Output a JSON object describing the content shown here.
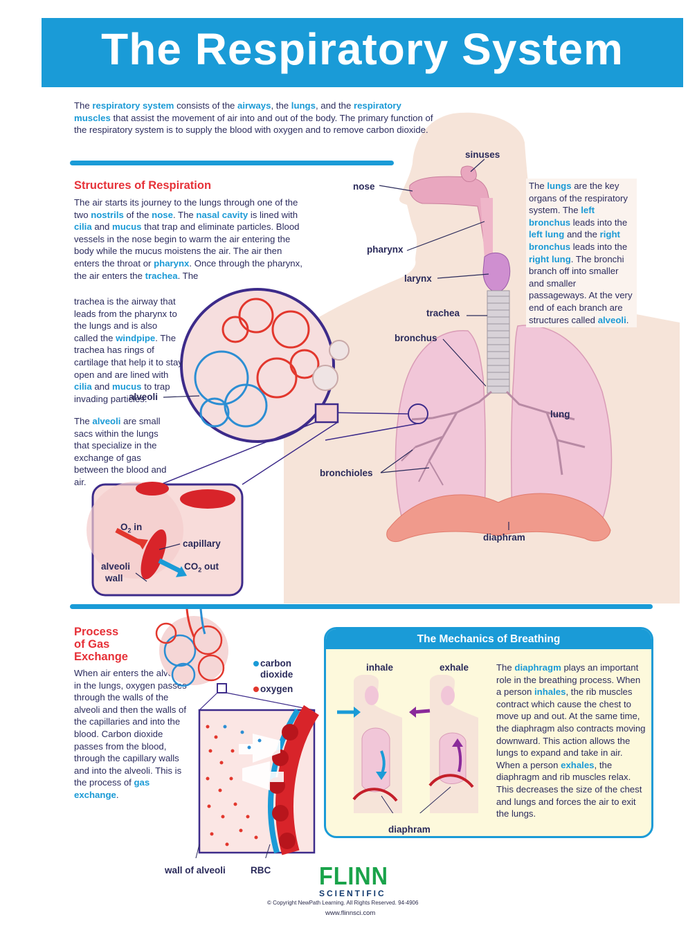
{
  "title": "The Respiratory System",
  "intro": {
    "t1": "The ",
    "h1": "respiratory system",
    "t2": " consists of the ",
    "h2": "airways",
    "t3": ", the ",
    "h3": "lungs",
    "t4": ", and the ",
    "h4": "respiratory muscles",
    "t5": " that assist the movement of air into and out of the body. The primary function of the respiratory system is to supply the blood with oxygen and to remove carbon dioxide."
  },
  "structures": {
    "heading": "Structures of Respiration",
    "p1_t1": "The air starts its journey to the lungs through one of the two ",
    "p1_h1": "nostrils",
    "p1_t2": " of the ",
    "p1_h2": "nose",
    "p1_t3": ". The ",
    "p1_h3": "nasal cavity",
    "p1_t4": " is lined with ",
    "p1_h4": "cilia",
    "p1_t5": " and ",
    "p1_h5": "mucus",
    "p1_t6": " that trap and eliminate particles.  Blood vessels in the nose begin to warm the air entering the body while the mucus moistens the air. The air then enters the throat or ",
    "p1_h6": "pharynx",
    "p1_t7": ".  Once through the pharynx, the air enters the ",
    "p1_h7": "trachea",
    "p1_t8": ". The",
    "p2_t1": "trachea is the airway that leads from the pharynx to the lungs and is also called the ",
    "p2_h1": "windpipe",
    "p2_t2": ". The trachea has rings of cartilage that help it to stay open and are lined with ",
    "p2_h2": "cilia",
    "p2_t3": " and ",
    "p2_h3": "mucus",
    "p2_t4": " to trap invading particles.",
    "alv_t1": "The ",
    "alv_h1": "alveoli",
    "alv_t2": " are small sacs within the lungs that specialize in the exchange of gas between the blood and air."
  },
  "lungs_note": {
    "t1": "The ",
    "h1": "lungs",
    "t2": " are the key organs of the respiratory system. The ",
    "h2": "left bronchus",
    "t3": " leads into the ",
    "h3": "left lung",
    "t4": " and the ",
    "h4": "right bronchus",
    "t5": " leads into the ",
    "h5": "right lung",
    "t6": ". The bronchi branch off into smaller and smaller passageways.  At the very end of each branch are structures called ",
    "h6": "alveoli",
    "t7": "."
  },
  "anatomy_labels": {
    "sinuses": "sinuses",
    "nose": "nose",
    "pharynx": "pharynx",
    "larynx": "larynx",
    "trachea": "trachea",
    "bronchus": "bronchus",
    "lung": "lung",
    "bronchioles": "bronchioles",
    "diaphram": "diaphram",
    "alveoli": "alveoli"
  },
  "inset": {
    "o2_base": "O",
    "o2_sub": "2",
    "o2_suffix": " in",
    "capillary": "capillary",
    "alveoli_wall_1": "alveoli",
    "alveoli_wall_2": "wall",
    "co2_base": "CO",
    "co2_sub": "2",
    "co2_suffix": " out"
  },
  "gas_exchange": {
    "heading_1": "Process",
    "heading_2": "of Gas",
    "heading_3": "Exchange",
    "t1": "When air enters the alveoli in the lungs, oxygen passes through the walls of the alveoli and then the walls of the capillaries and into the blood.  Carbon dioxide passes from the blood, through the capillary walls and into the alveoli. This is the process of ",
    "h1": "gas exchange",
    "t2": ".",
    "legend_co2_1": "carbon",
    "legend_co2_2": "dioxide",
    "legend_o2": "oxygen",
    "wall_label": "wall of alveoli",
    "rbc_label": "RBC"
  },
  "mechanics": {
    "heading": "The Mechanics of Breathing",
    "inhale": "inhale",
    "exhale": "exhale",
    "diaphram": "diaphram",
    "t1": "The ",
    "h1": "diaphragm",
    "t2": " plays an important role in the breathing process.  When a person ",
    "h2": "inhales",
    "t3": ", the rib muscles contract which cause the chest to move up and out.  At the same time, the diaphragm also contracts moving downward. This action allows the lungs to expand and take in air.  When a person ",
    "h3": "exhales",
    "t4": ", the diaphragm and rib muscles relax. This decreases the size of the chest and lungs and forces the air to exit the lungs."
  },
  "footer": {
    "logo": "FLINN",
    "logo_sub": "SCIENTIFIC",
    "copyright": "© Copyright NewPath Learning. All Rights Reserved. 94-4906",
    "website": "www.flinnsci.com"
  },
  "colors": {
    "accent_blue": "#1a9bd7",
    "highlight_red": "#e63138",
    "lung_pink": "#f2c3d6",
    "body_tan": "#f6e4d9",
    "flinn_green": "#1aa34a"
  }
}
